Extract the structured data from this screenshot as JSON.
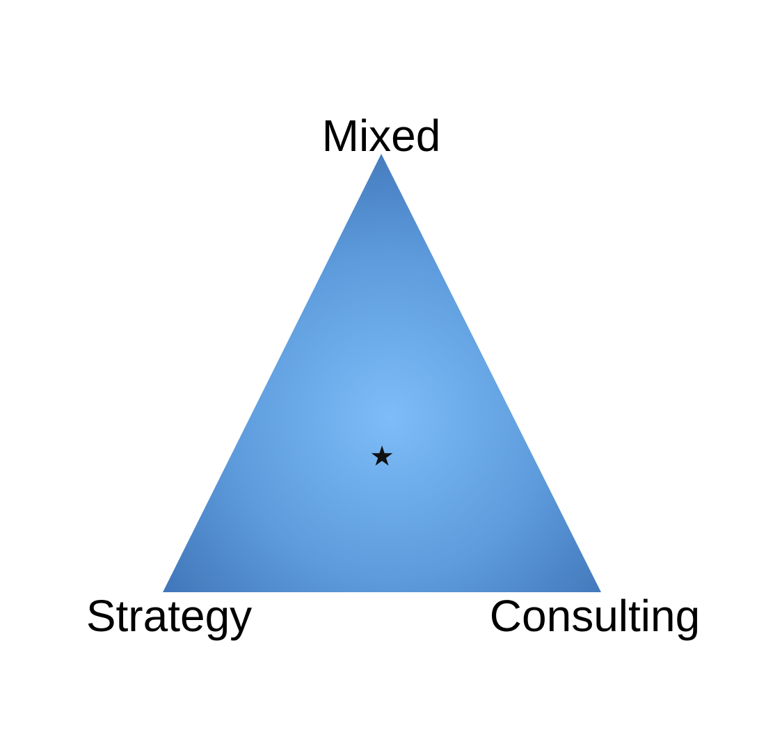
{
  "diagram": {
    "labels": {
      "top": "Mixed",
      "bottom_left": "Strategy",
      "bottom_right": "Consulting"
    },
    "center_marker": "★",
    "colors": {
      "fill_center": "#7dbcf8",
      "fill_mid": "#5d9bdc",
      "fill_edge": "#3f74b7",
      "text": "#000000"
    }
  }
}
